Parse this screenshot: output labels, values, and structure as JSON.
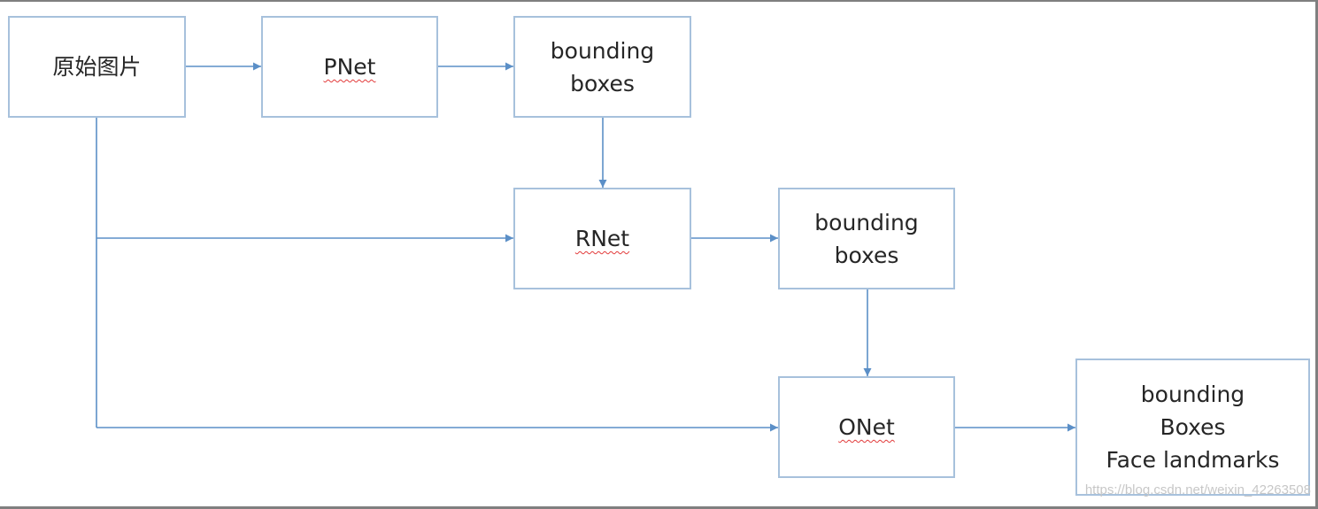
{
  "nodes": {
    "source_image": "原始图片",
    "pnet": "PNet",
    "pnet_boxes": [
      "bounding",
      "boxes"
    ],
    "rnet": "RNet",
    "rnet_boxes": [
      "bounding",
      "boxes"
    ],
    "onet": "ONet",
    "output": [
      "bounding",
      "Boxes",
      "Face landmarks"
    ]
  },
  "watermark": "https://blog.csdn.net/weixin_42263508",
  "colors": {
    "box_border": "#a7c1dc",
    "connector": "#5b8fc7",
    "text": "#262626",
    "frame": "#7f7f7f"
  }
}
